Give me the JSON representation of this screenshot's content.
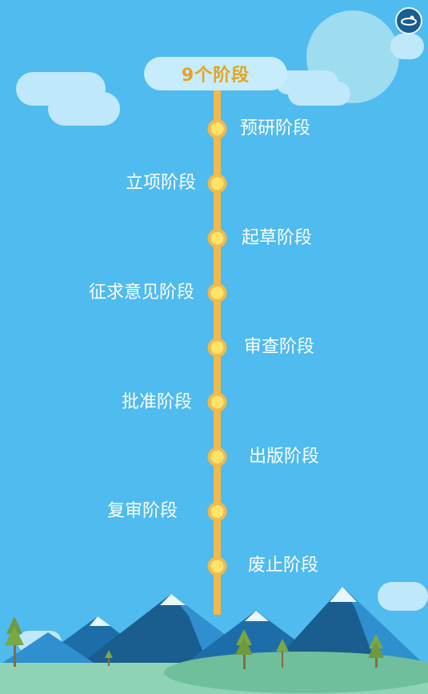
{
  "title": "9个阶段",
  "stages": [
    {
      "label": "预研阶段",
      "side": "right"
    },
    {
      "label": "立项阶段",
      "side": "left"
    },
    {
      "label": "起草阶段",
      "side": "right"
    },
    {
      "label": "征求意见阶段",
      "side": "left"
    },
    {
      "label": "审查阶段",
      "side": "right"
    },
    {
      "label": "批准阶段",
      "side": "left"
    },
    {
      "label": "出版阶段",
      "side": "right"
    },
    {
      "label": "复审阶段",
      "side": "left"
    },
    {
      "label": "废止阶段",
      "side": "right"
    }
  ],
  "colors": {
    "sky": "#4fbbef",
    "timeline": "#f3b94a",
    "node": "#fdd85a",
    "title_text": "#e3a421",
    "pill": "#c7ecfb",
    "mountain_dark": "#1a5d8f",
    "mountain_light": "#2f8fcf",
    "ground": "#7fc9a8"
  },
  "icons": [
    "logo-icon",
    "cloud-icon",
    "sun-icon",
    "tree-icon",
    "mountain-icon"
  ]
}
